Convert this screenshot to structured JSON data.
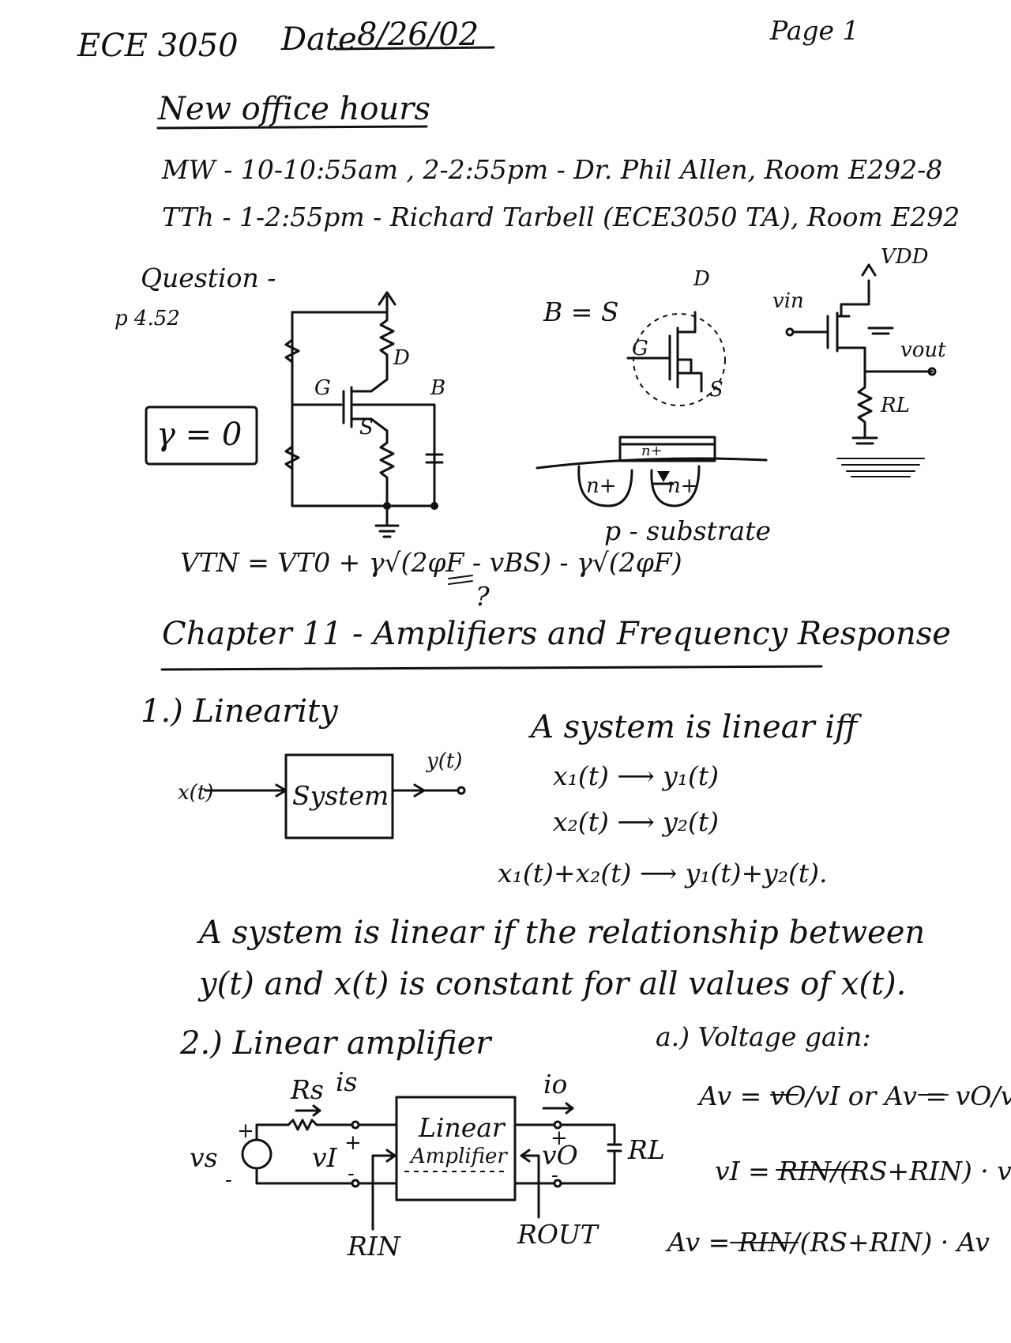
{
  "header": {
    "course": "ECE 3050",
    "date_label": "Date",
    "date_value": "8/26/02",
    "page_label": "Page 1"
  },
  "office_hours": {
    "title": "New office hours",
    "line1": "MW - 10-10:55am , 2-2:55pm - Dr. Phil Allen, Room E292-8",
    "line2": "TTh - 1-2:55pm - Richard Tarbell (ECE3050 TA), Room E292"
  },
  "question": {
    "label": "Question -",
    "problem": "p 4.52",
    "gamma": "γ = 0",
    "circuit_labels": {
      "D": "D",
      "G": "G",
      "S": "S",
      "B": "B"
    },
    "bs_label": "B = S",
    "mos_labels": {
      "D": "D",
      "G": "G",
      "S": "S"
    },
    "follower_labels": {
      "vdd": "VDD",
      "vin": "vin",
      "vout": "vout",
      "rl": "RL"
    },
    "substrate_labels": {
      "n_left": "n+",
      "n_mid": "n+",
      "n_right": "n+",
      "substrate": "p - substrate"
    },
    "equation": "VTN = VT0 + γ√(2φF - vBS) - γ√(2φF)",
    "equation_note": "?"
  },
  "chapter": {
    "title": "Chapter 11 - Amplifiers and Frequency Response"
  },
  "linearity": {
    "heading": "1.) Linearity",
    "input_label": "x(t)",
    "box_label": "System",
    "output_label": "y(t)",
    "iff_title": "A system is linear iff",
    "rule1": "x₁(t) ⟶ y₁(t)",
    "rule2": "x₂(t) ⟶ y₂(t)",
    "rule3": "x₁(t)+x₂(t) ⟶ y₁(t)+y₂(t).",
    "statement_line1": "A system is linear if the relationship between",
    "statement_line2": "y(t) and x(t) is constant for all values of x(t)."
  },
  "amplifier": {
    "heading": "2.) Linear amplifier",
    "rs": "Rs",
    "is": "is",
    "io": "io",
    "vs": "vs",
    "vi": "vI",
    "vo": "vO",
    "box_line1": "Linear",
    "box_line2": "Amplifier",
    "rl": "RL",
    "rin": "RIN",
    "rout": "ROUT",
    "plus": "+",
    "minus": "-"
  },
  "voltage_gain": {
    "heading": "a.) Voltage gain:",
    "av_def": "Av = vO/vI or Av = vO/vS",
    "vi_eq": "vI = RIN/(RS+RIN) · vS",
    "av_eq": "Av = RIN/(RS+RIN) · Av"
  }
}
